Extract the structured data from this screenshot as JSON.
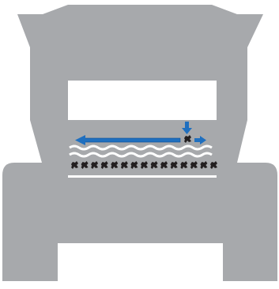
{
  "colors": {
    "background": "#ffffff",
    "machine_body": "#a7a9ac",
    "machine_edge": "#9c9ea1",
    "opening": "#ffffff",
    "arrow": "#1f6fbf",
    "arrow_outline": "#0f4f94",
    "waves": "#ffffff",
    "debris": "#231f20"
  },
  "icons": {
    "machine": "machine-front-silhouette",
    "deposit_arrow": "arrow-down-icon",
    "flow_left_arrow": "arrow-left-icon",
    "flow_right_arrow": "arrow-right-icon",
    "particle": "debris-particle-icon",
    "wave": "wave-line-icon"
  },
  "diagram": {
    "debris_count": 15,
    "wave_rows": 2
  }
}
